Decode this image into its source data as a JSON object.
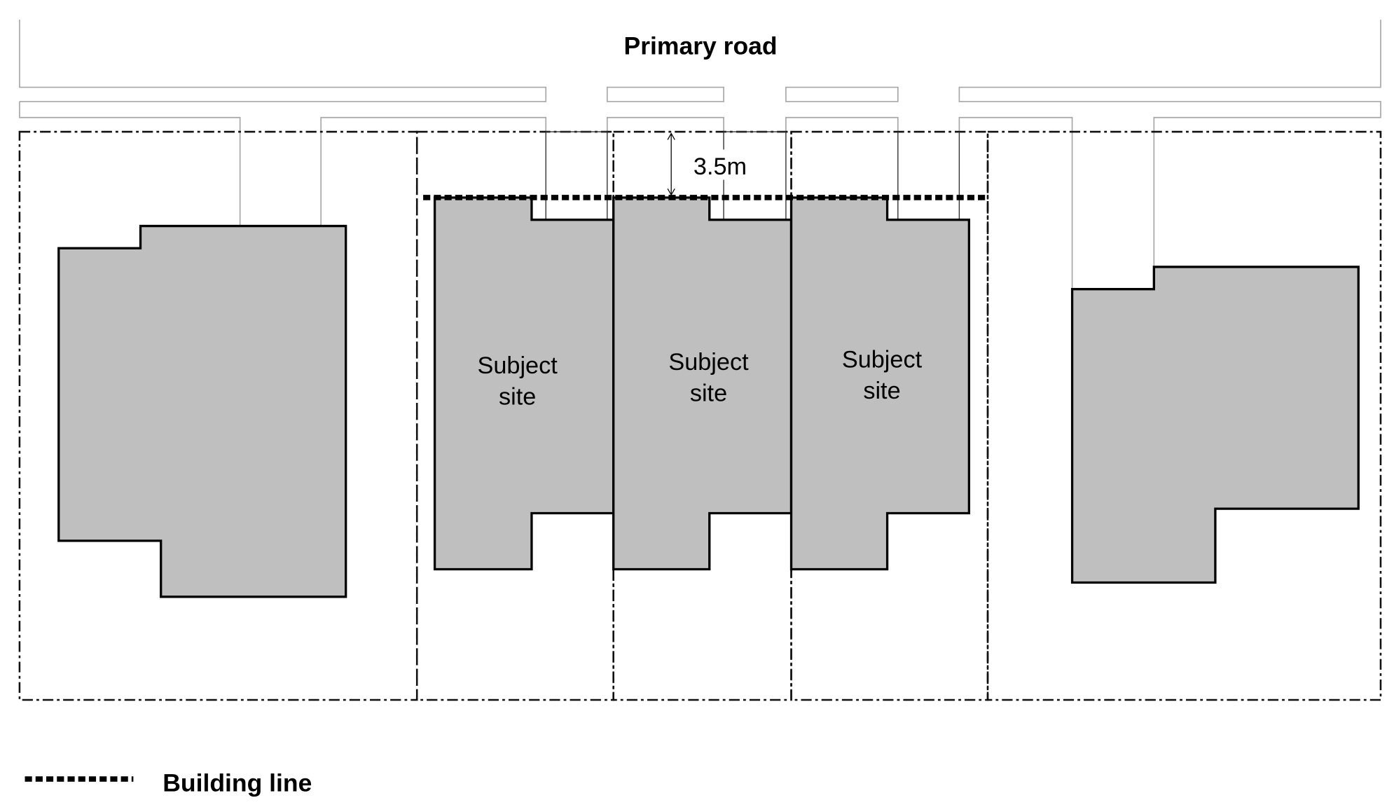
{
  "road": {
    "label": "Primary road"
  },
  "sites": [
    {
      "line1": "Subject",
      "line2": "site"
    },
    {
      "line1": "Subject",
      "line2": "site"
    },
    {
      "line1": "Subject",
      "line2": "site"
    }
  ],
  "setback": {
    "label": "3.5m"
  },
  "legend": {
    "building_line_label": "Building line"
  },
  "colors": {
    "building_fill": "#bfbfbf",
    "outline": "#000000",
    "road_line": "#a6a6a6"
  }
}
